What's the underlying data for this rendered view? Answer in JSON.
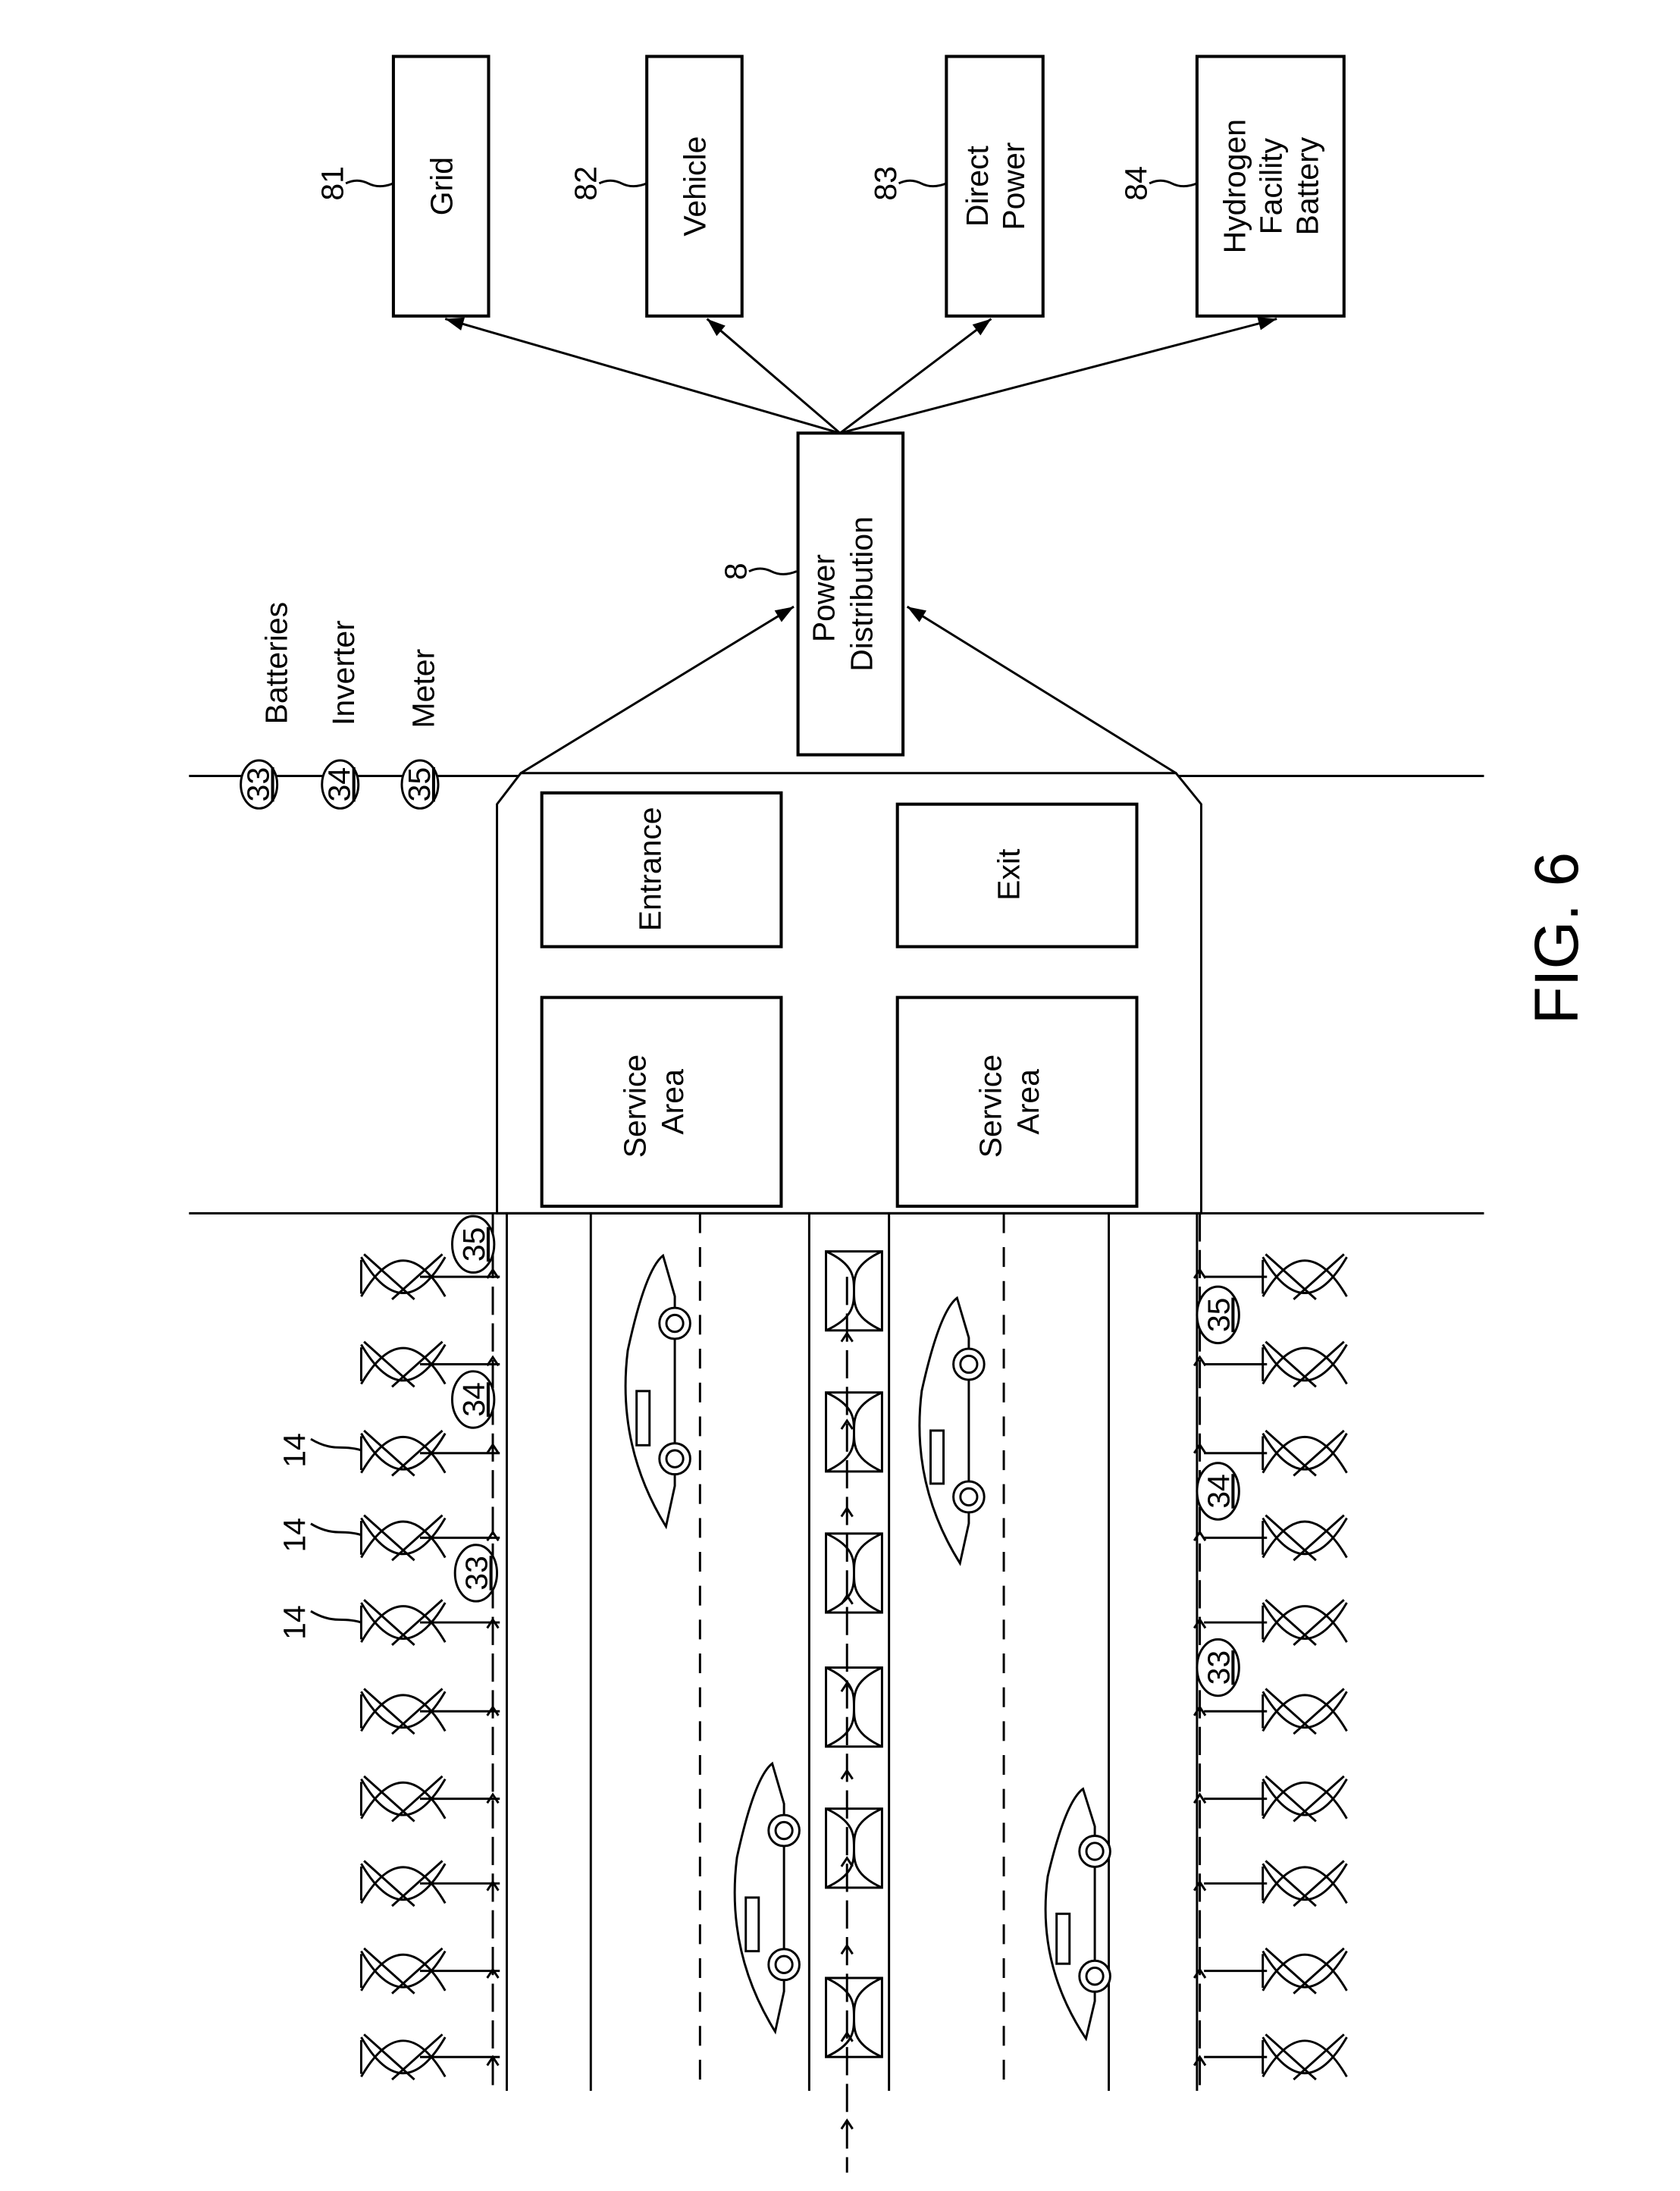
{
  "figure_label": "FIG. 6",
  "legend": [
    {
      "ref": "33",
      "label": "Batteries"
    },
    {
      "ref": "34",
      "label": "Inverter"
    },
    {
      "ref": "35",
      "label": "Meter"
    }
  ],
  "facility": {
    "entrance": "Entrance",
    "exit": "Exit",
    "service_area_left": [
      "Service",
      "Area"
    ],
    "service_area_right": [
      "Service",
      "Area"
    ]
  },
  "power_distribution": {
    "ref": "8",
    "lines": [
      "Power",
      "Distribution"
    ]
  },
  "outputs": [
    {
      "ref": "81",
      "lines": [
        "Grid"
      ]
    },
    {
      "ref": "82",
      "lines": [
        "Vehicle"
      ]
    },
    {
      "ref": "83",
      "lines": [
        "Direct",
        "Power"
      ]
    },
    {
      "ref": "84",
      "lines": [
        "Hydrogen",
        "Facility",
        "Battery"
      ]
    }
  ],
  "turbine_ref": "14",
  "road_refs": {
    "left": [
      "35",
      "34",
      "33"
    ],
    "right": [
      "35",
      "34",
      "33"
    ]
  }
}
